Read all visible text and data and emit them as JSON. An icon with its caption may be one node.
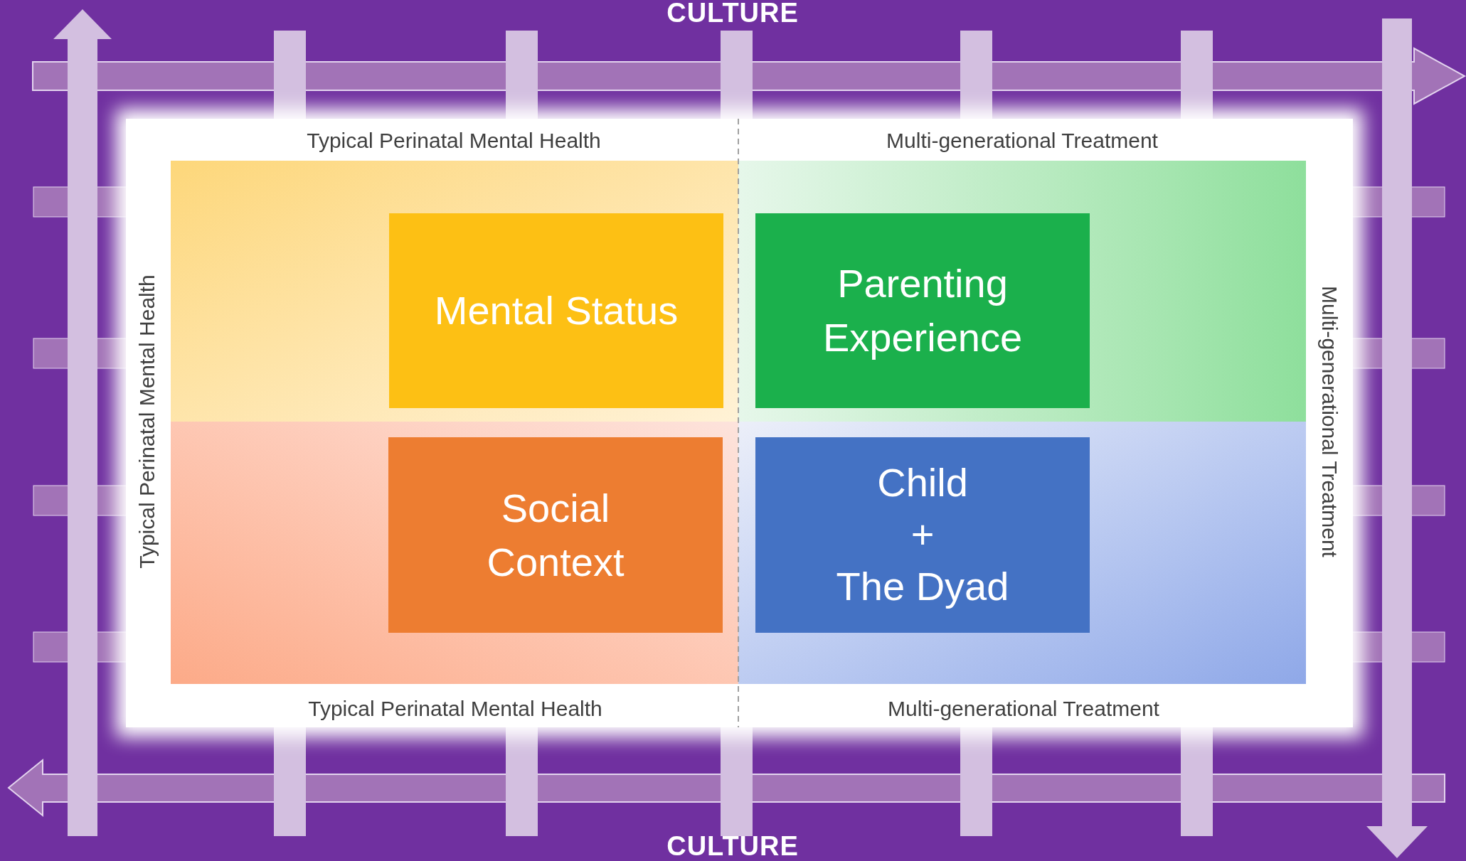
{
  "diagram": {
    "nodes": [
      {
        "text": [
          "Mental Status"
        ]
      },
      {
        "text": [
          "Parenting Experience"
        ]
      },
      {
        "text": [
          "Social Context"
        ]
      },
      {
        "text": [
          "Child",
          "+",
          "The Dyad"
        ]
      }
    ],
    "edges": [],
    "labels": [
      "CULTURE",
      "Typical Perinatal Mental Health",
      "Multi-generational Treatment",
      "Typical Perinatal Mental Health",
      "Multi-generational Treatment",
      "Typical Perinatal Mental Health",
      "Multi-generational Treatment",
      "CULTURE"
    ]
  }
}
